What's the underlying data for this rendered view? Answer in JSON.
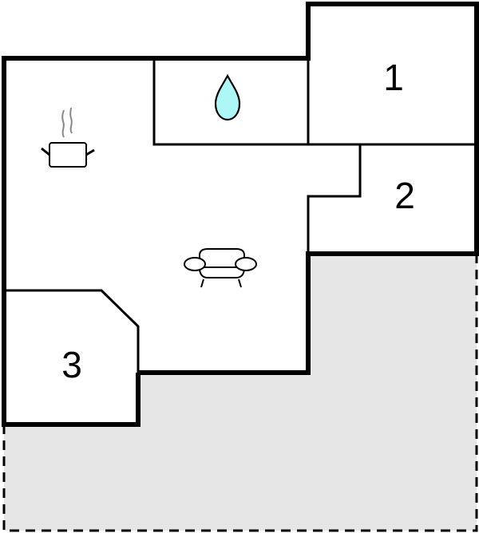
{
  "floorplan": {
    "colors": {
      "wall": "#000000",
      "room_fill": "#ffffff",
      "terrace_fill": "#e6e6e6",
      "water_drop": "#aef7f7",
      "steam": "#888888"
    },
    "rooms": [
      {
        "id": "room-1",
        "label": "1",
        "type": "bedroom"
      },
      {
        "id": "room-2",
        "label": "2",
        "type": "bedroom"
      },
      {
        "id": "room-3",
        "label": "3",
        "type": "bedroom"
      },
      {
        "id": "bathroom",
        "label": "",
        "icon": "water-drop-icon"
      },
      {
        "id": "kitchen-living",
        "label": "",
        "icons": [
          "cooking-pot-icon",
          "armchair-icon"
        ]
      },
      {
        "id": "terrace",
        "label": "",
        "style": "dashed outline, gray fill"
      }
    ]
  }
}
